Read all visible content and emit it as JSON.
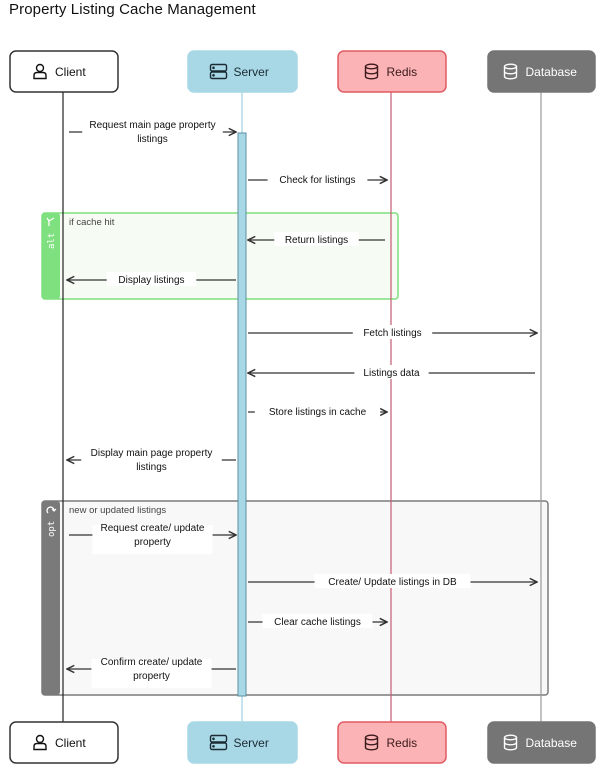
{
  "title": "Property Listing Cache Management",
  "participants": [
    {
      "id": "client",
      "label": "Client",
      "icon": "person-icon"
    },
    {
      "id": "server",
      "label": "Server",
      "icon": "server-icon"
    },
    {
      "id": "redis",
      "label": "Redis",
      "icon": "database-icon"
    },
    {
      "id": "database",
      "label": "Database",
      "icon": "database-icon"
    }
  ],
  "fragments": [
    {
      "kind": "alt",
      "condition": "if cache hit"
    },
    {
      "kind": "opt",
      "condition": "new or updated listings"
    }
  ],
  "messages": [
    {
      "from": "client",
      "to": "server",
      "lines": [
        "Request main page property",
        "listings"
      ]
    },
    {
      "from": "server",
      "to": "redis",
      "lines": [
        "Check for listings"
      ]
    },
    {
      "from": "redis",
      "to": "server",
      "lines": [
        "Return listings"
      ]
    },
    {
      "from": "server",
      "to": "client",
      "lines": [
        "Display listings"
      ]
    },
    {
      "from": "server",
      "to": "database",
      "lines": [
        "Fetch listings"
      ]
    },
    {
      "from": "database",
      "to": "server",
      "lines": [
        "Listings data"
      ]
    },
    {
      "from": "server",
      "to": "redis",
      "lines": [
        "Store listings in cache"
      ]
    },
    {
      "from": "server",
      "to": "client",
      "lines": [
        "Display main page property",
        "listings"
      ]
    },
    {
      "from": "client",
      "to": "server",
      "lines": [
        "Request create/ update",
        "property"
      ]
    },
    {
      "from": "server",
      "to": "database",
      "lines": [
        "Create/ Update listings in DB"
      ]
    },
    {
      "from": "server",
      "to": "redis",
      "lines": [
        "Clear cache listings"
      ]
    },
    {
      "from": "server",
      "to": "client",
      "lines": [
        "Confirm create/ update",
        "property"
      ]
    }
  ]
}
